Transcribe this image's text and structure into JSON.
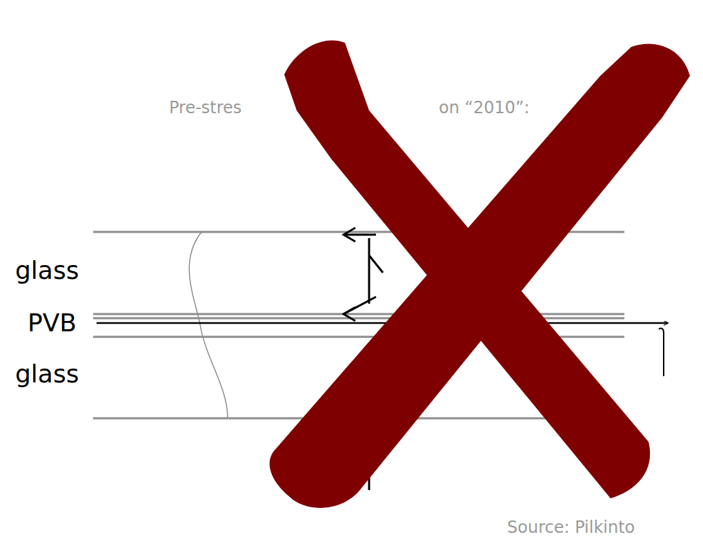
{
  "diagram": {
    "labels": [
      "Pre-stres",
      "on “2010”:",
      "glass",
      "PVB",
      "glass",
      "Source: Pilkinto"
    ]
  }
}
